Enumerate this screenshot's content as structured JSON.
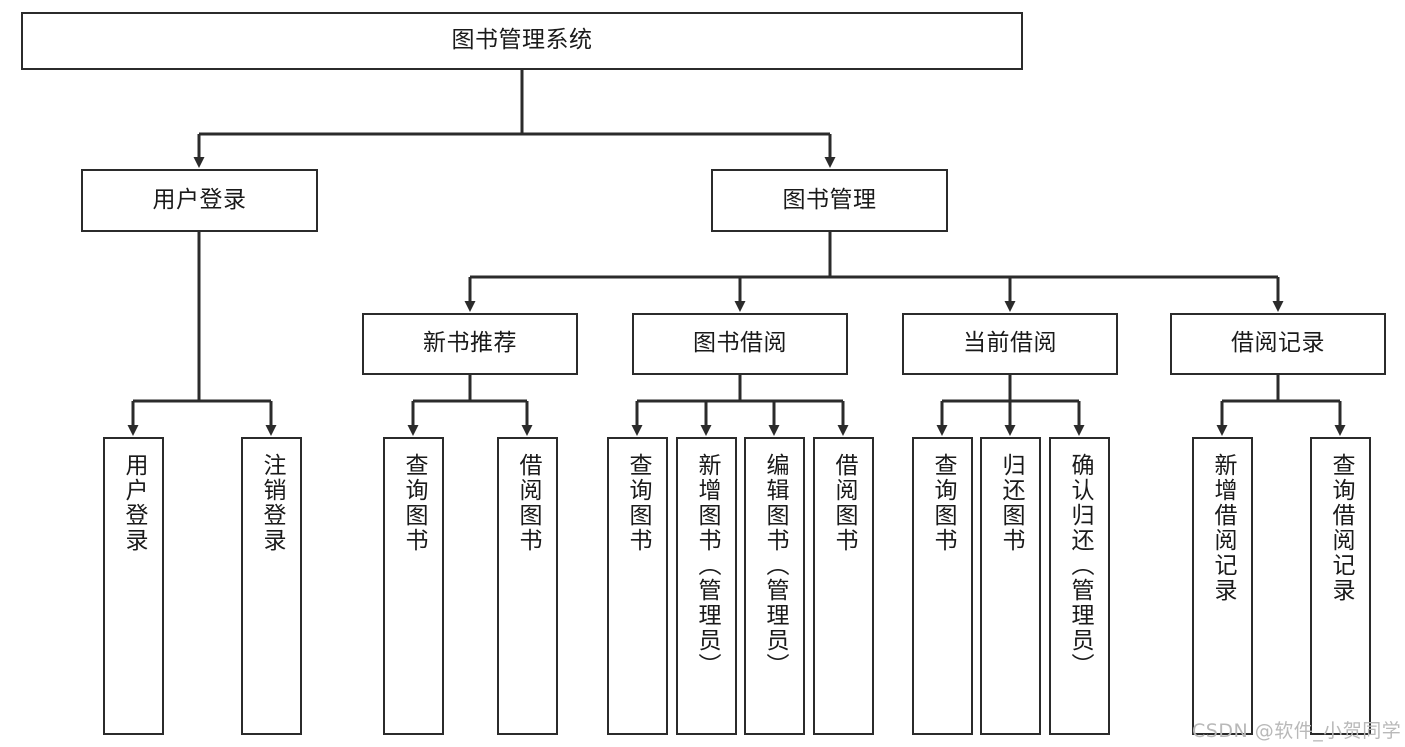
{
  "diagram": {
    "title_node": {
      "label": "图书管理系统"
    },
    "level2": [
      {
        "id": "user-login",
        "label": "用户登录"
      },
      {
        "id": "book-manage",
        "label": "图书管理"
      }
    ],
    "level3": [
      {
        "id": "new-book-recommend",
        "label": "新书推荐"
      },
      {
        "id": "book-borrow",
        "label": "图书借阅"
      },
      {
        "id": "current-borrow",
        "label": "当前借阅"
      },
      {
        "id": "borrow-record",
        "label": "借阅记录"
      }
    ],
    "leaves": [
      {
        "id": "leaf-user-login",
        "label": "用户登录",
        "parent": "user-login"
      },
      {
        "id": "leaf-logout",
        "label": "注销登录",
        "parent": "user-login"
      },
      {
        "id": "leaf-query-book-1",
        "label": "查询图书",
        "parent": "new-book-recommend"
      },
      {
        "id": "leaf-borrow-book-1",
        "label": "借阅图书",
        "parent": "new-book-recommend"
      },
      {
        "id": "leaf-query-book-2",
        "label": "查询图书",
        "parent": "book-borrow"
      },
      {
        "id": "leaf-add-book",
        "label": "新增图书（管理员）",
        "parent": "book-borrow"
      },
      {
        "id": "leaf-edit-book",
        "label": "编辑图书（管理员）",
        "parent": "book-borrow"
      },
      {
        "id": "leaf-borrow-book-2",
        "label": "借阅图书",
        "parent": "book-borrow"
      },
      {
        "id": "leaf-query-book-3",
        "label": "查询图书",
        "parent": "current-borrow"
      },
      {
        "id": "leaf-return-book",
        "label": "归还图书",
        "parent": "current-borrow"
      },
      {
        "id": "leaf-confirm-return",
        "label": "确认归还（管理员）",
        "parent": "current-borrow"
      },
      {
        "id": "leaf-add-record",
        "label": "新增借阅记录",
        "parent": "borrow-record"
      },
      {
        "id": "leaf-query-record",
        "label": "查询借阅记录",
        "parent": "borrow-record"
      }
    ]
  },
  "watermark": {
    "text": "CSDN @软件_小贺同学"
  },
  "colors": {
    "stroke": "#2b2b2b",
    "background": "#ffffff",
    "text": "#1a1a1a",
    "watermark": "#b9b9b9"
  }
}
